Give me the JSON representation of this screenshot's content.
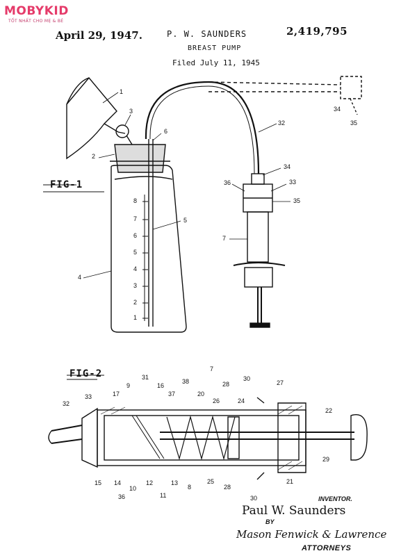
{
  "logo": {
    "brand": "MOBYKID",
    "tagline": "TỐT NHẤT CHO MẸ & BÉ",
    "color": "#e53b6a"
  },
  "header": {
    "date": "April 29, 1947.",
    "inventor": "P. W. SAUNDERS",
    "patent_number": "2,419,795",
    "title": "BREAST PUMP",
    "filed": "Filed July 11, 1945"
  },
  "figures": {
    "fig1": "FIG-1",
    "fig2": "FIG-2"
  },
  "fig1_labels": [
    "1",
    "3",
    "6",
    "2",
    "4",
    "5",
    "7",
    "32",
    "34",
    "33",
    "36",
    "35",
    "34",
    "35"
  ],
  "fig1_scale": [
    "8",
    "7",
    "6",
    "5",
    "4",
    "3",
    "2",
    "1"
  ],
  "fig2_labels": [
    "7",
    "32",
    "33",
    "17",
    "9",
    "31",
    "16",
    "38",
    "37",
    "20",
    "28",
    "26",
    "24",
    "30",
    "27",
    "22",
    "29",
    "15",
    "14",
    "36",
    "10",
    "12",
    "11",
    "13",
    "8",
    "25",
    "28",
    "21",
    "30"
  ],
  "footer": {
    "inventor_label": "INVENTOR.",
    "signature": "Paul W. Saunders",
    "by": "BY",
    "attorneys_signature": "Mason Fenwick & Lawrence",
    "attorneys": "ATTORNEYS"
  }
}
